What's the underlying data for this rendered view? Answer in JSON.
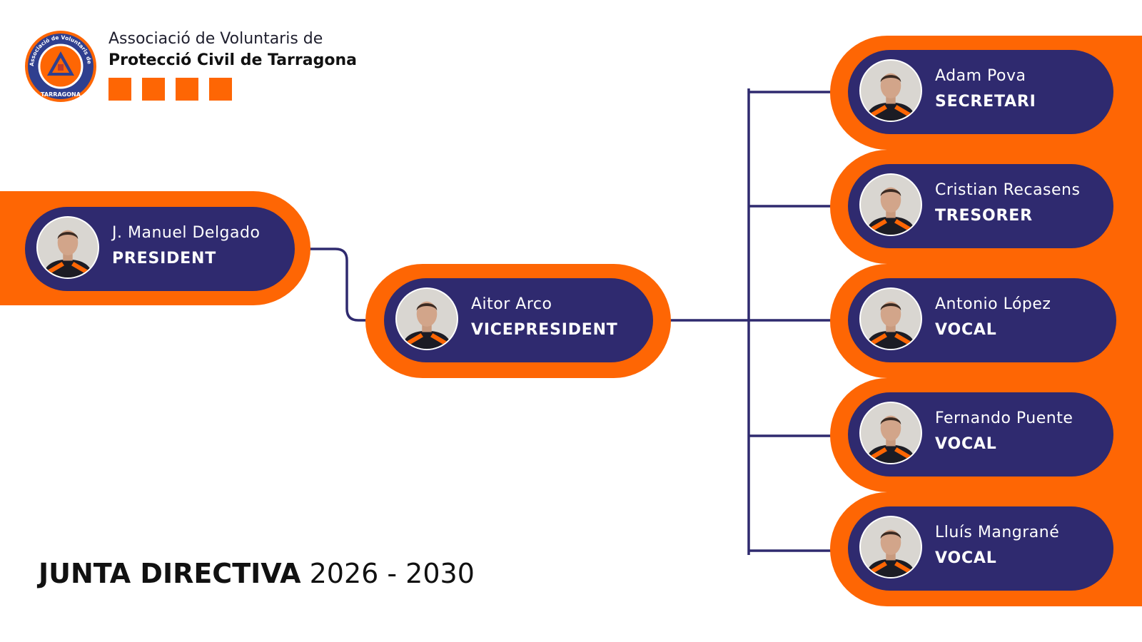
{
  "header": {
    "org_line1": "Associació de Voluntaris de",
    "org_line2": "Protecció Civil de Tarragona",
    "logo_ring_text": "Associació de Voluntaris de Protecció Civil",
    "logo_bottom_text": "TARRAGONA"
  },
  "colors": {
    "accent_orange": "#fe6604",
    "card_navy": "#2f2a6f",
    "connector": "#2f2a6f"
  },
  "members": {
    "president": {
      "name": "J. Manuel Delgado",
      "role": "PRESIDENT"
    },
    "vicepresident": {
      "name": "Aitor Arco",
      "role": "VICEPRESIDENT"
    },
    "secretari": {
      "name": "Adam Pova",
      "role": "SECRETARI"
    },
    "tresorer": {
      "name": "Cristian Recasens",
      "role": "TRESORER"
    },
    "vocal1": {
      "name": "Antonio López",
      "role": "VOCAL"
    },
    "vocal2": {
      "name": "Fernando Puente",
      "role": "VOCAL"
    },
    "vocal3": {
      "name": "Lluís Mangrané",
      "role": "VOCAL"
    }
  },
  "footer": {
    "title": "JUNTA DIRECTIVA",
    "period": "2026 - 2030"
  }
}
